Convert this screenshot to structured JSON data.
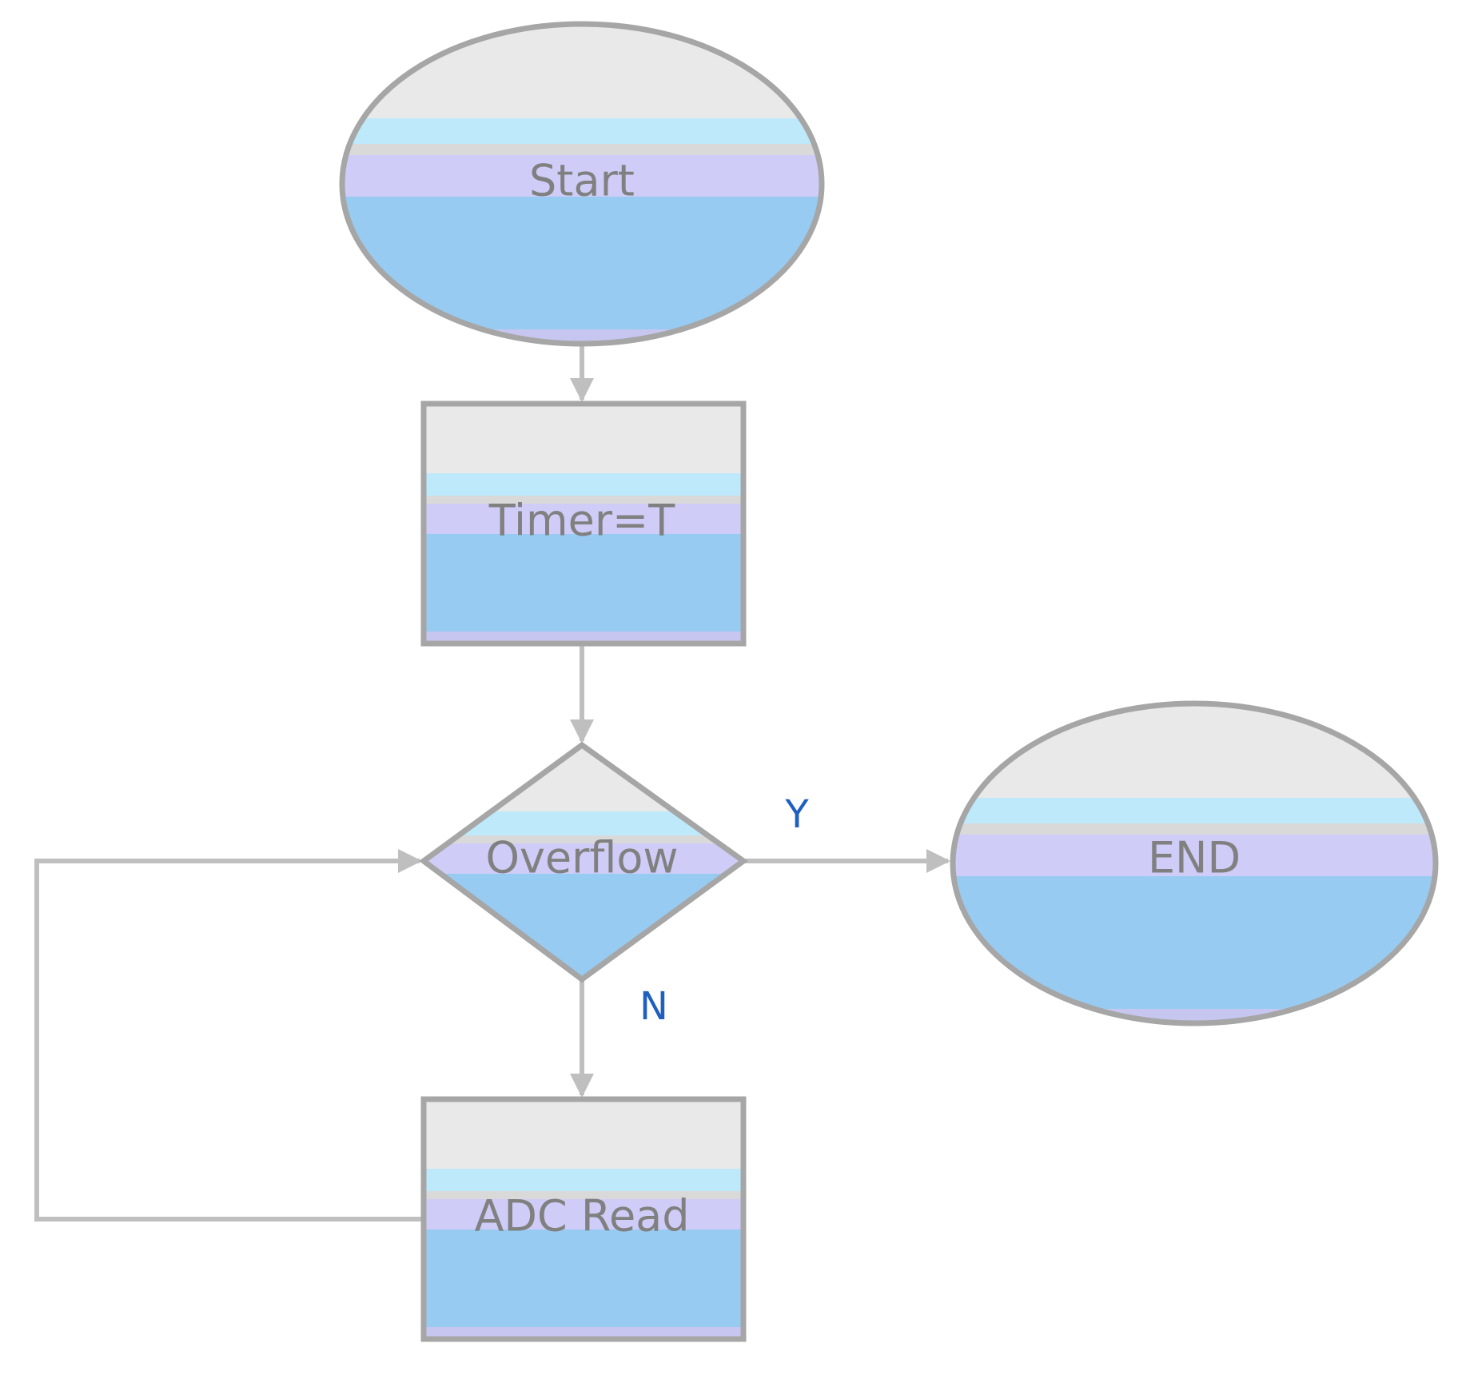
{
  "nodes": {
    "start": {
      "label": "Start",
      "shape": "ellipse"
    },
    "timer": {
      "label": "Timer=T",
      "shape": "rectangle"
    },
    "overflow": {
      "label": "Overflow",
      "shape": "diamond"
    },
    "end": {
      "label": "END",
      "shape": "ellipse"
    },
    "adc_read": {
      "label": "ADC Read",
      "shape": "rectangle"
    }
  },
  "branches": {
    "yes": "Y",
    "no": "N"
  },
  "edges": [
    {
      "from": "Start",
      "to": "Timer=T"
    },
    {
      "from": "Timer=T",
      "to": "Overflow"
    },
    {
      "from": "Overflow",
      "to": "END",
      "label": "Y"
    },
    {
      "from": "Overflow",
      "to": "ADC Read",
      "label": "N"
    },
    {
      "from": "ADC Read",
      "to": "Overflow"
    }
  ],
  "colors": {
    "outline": "#a6a6a6",
    "connector": "#bfbfbf",
    "label_text": "#808080",
    "branch_text": "#1f5fbf",
    "band_top": "#e9e9e9",
    "band_sep": "#d9d9d9",
    "band_cyan": "#bde9fb",
    "band_lavender": "#cfccf7",
    "band_blue": "#98cbf1",
    "band_bottom": "#c6c6f0"
  }
}
